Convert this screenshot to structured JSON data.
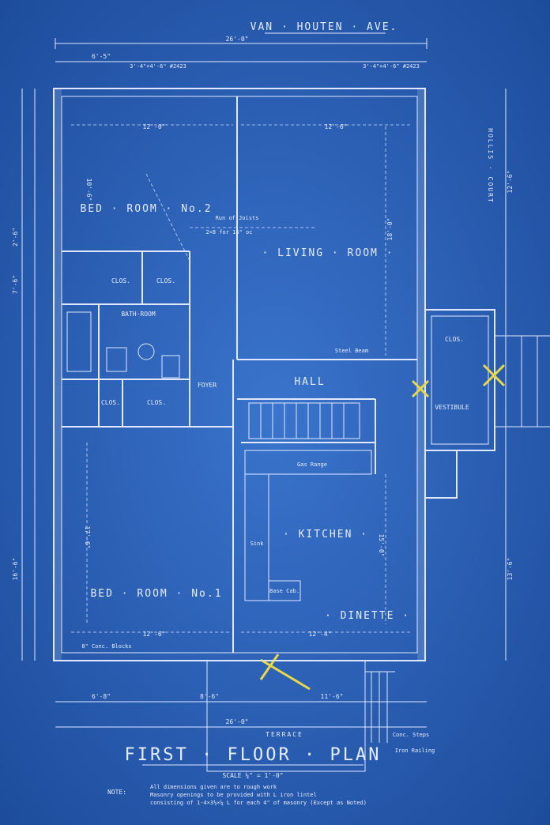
{
  "street": "VAN · HOUTEN · AVE.",
  "court": "HOLLIS · COURT",
  "title": "FIRST · FLOOR · PLAN",
  "scale": "SCALE ¼\" = 1'-0\"",
  "note_label": "NOTE:",
  "note_lines": [
    "All dimensions given are to rough work",
    "Masonry openings to be provided with L iron lintel",
    "consisting of 1-4×3½×¼ L for each 4\" of masonry (Except as Noted)"
  ],
  "rooms": {
    "bedroom2": "BED · ROOM · No.2",
    "living": "· LIVING · ROOM ·",
    "hall": "HALL",
    "foyer": "FOYER",
    "kitchen": "· KITCHEN ·",
    "dinette": "· DINETTE ·",
    "bedroom1": "BED · ROOM · No.1",
    "vestibule": "VESTIBULE",
    "bath": "BATH·ROOM",
    "clos1": "CLOS.",
    "clos2": "CLOS.",
    "clos3": "CLOS.",
    "clos4": "CLOS.",
    "clos5": "CLOS.",
    "terrace": "TERRACE"
  },
  "dims": {
    "overall_top": "26'-0\"",
    "overall_bottom": "26'-0\"",
    "left_top": "6'-5\"",
    "bed2_width": "12'-0\"",
    "living_width": "12'-6\"",
    "living_depth": "18'-0\"",
    "bed2_depth": "10'-6\"",
    "bed1_width": "12'-6\"",
    "dinette_width": "12'-4\"",
    "bed1_depth": "17'-6\"",
    "kitchen_depth": "15'-0\"",
    "right_top": "12'-6\"",
    "right_bottom": "13'-6\"",
    "bottom_left": "6'-8\"",
    "bottom_mid": "8'-6\"",
    "bottom_right": "11'-6\"",
    "left_a": "2'-6\"",
    "left_b": "7'-6\"",
    "left_c": "16'-6\""
  },
  "notes": {
    "joists": "Run of Joists",
    "joist_spec": "2×8 for 16\" oc",
    "window_a": "3'-4\"×4'-6\" #2423",
    "window_b": "3'-4\"×4'-6\" #2423",
    "beam": "Steel Beam",
    "range": "Gas Range",
    "sink": "Sink",
    "base": "Base Cab.",
    "cinder": "8\" Conc. Blocks",
    "railing": "Conc. Steps",
    "iron_rail": "Iron Railing"
  }
}
